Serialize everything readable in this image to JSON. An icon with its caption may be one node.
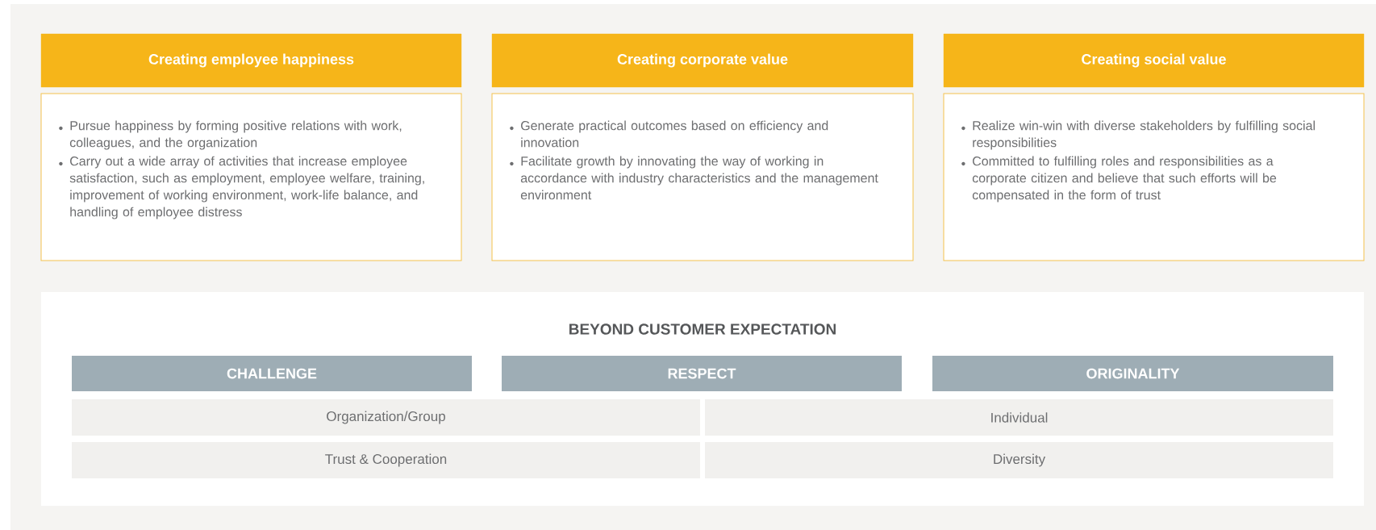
{
  "diagram": {
    "nodes": [
      {
        "text": [
          "Creating employee happiness"
        ]
      },
      {
        "text": [
          "Pursue happiness by forming positive relations with work, colleagues, and the organization",
          "Carry out a wide array of activities that increase employee satisfaction, such as employment, employee welfare, training, improvement of working environment, work-life balance, and handling of employee distress"
        ]
      },
      {
        "text": [
          "Creating corporate value"
        ]
      },
      {
        "text": [
          "Generate practical outcomes based on efficiency and innovation",
          "Facilitate growth by innovating the way of working in accordance with industry characteristics and the management environment"
        ]
      },
      {
        "text": [
          "Creating social value"
        ]
      },
      {
        "text": [
          "Realize win-win with diverse stakeholders by fulfilling social responsibilities",
          "Committed to fulfilling roles and responsibilities as a corporate citizen and believe that such efforts will be compensated in the form of trust"
        ]
      },
      {
        "text": [
          "BEYOND CUSTOMER EXPECTATION"
        ]
      },
      {
        "text": [
          "CHALLENGE"
        ],
        "in": 6
      },
      {
        "text": [
          "RESPECT"
        ],
        "in": 6
      },
      {
        "text": [
          "ORIGINALITY"
        ],
        "in": 6
      },
      {
        "text": [
          "Organization/Group"
        ],
        "in": 6
      },
      {
        "text": [
          "Individual"
        ],
        "in": 6
      },
      {
        "text": [
          "Trust & Cooperation"
        ],
        "in": 6
      },
      {
        "text": [
          "Diversity"
        ],
        "in": 6
      }
    ]
  }
}
